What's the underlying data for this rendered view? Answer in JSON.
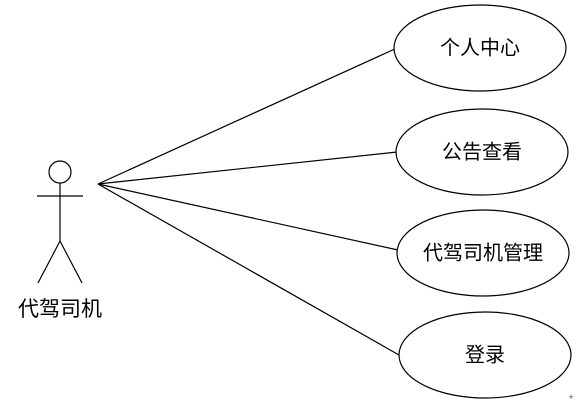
{
  "diagram": {
    "type": "use-case",
    "actor": {
      "label": "代驾司机",
      "icon": "actor-stick-figure-icon"
    },
    "use_cases": [
      {
        "label": "个人中心"
      },
      {
        "label": "公告查看"
      },
      {
        "label": "代驾司机管理"
      },
      {
        "label": "登录"
      }
    ],
    "colors": {
      "stroke": "#000000",
      "background": "#ffffff"
    },
    "corner_mark": "+"
  }
}
